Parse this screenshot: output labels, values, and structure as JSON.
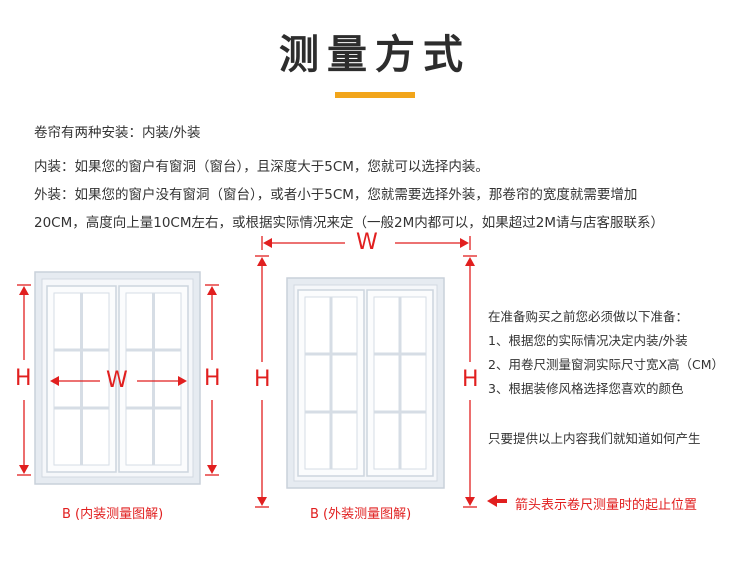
{
  "header": {
    "title": "测量方式"
  },
  "intro": {
    "line1": "卷帘有两种安装：内装/外装",
    "line2": "内装：如果您的窗户有窗洞（窗台），且深度大于5CM，您就可以选择内装。",
    "line3": "外装：如果您的窗户没有窗洞（窗台），或者小于5CM，您就需要选择外装，那卷帘的宽度就需要增加",
    "line4": "20CM，高度向上量10CM左右，或根据实际情况来定（一般2M内都可以，如果超过2M请与店客服联系）"
  },
  "diagram_inner": {
    "w": "W",
    "h_left": "H",
    "h_right": "H",
    "caption": "B (内装测量图解)"
  },
  "diagram_outer": {
    "w": "W",
    "h_left": "H",
    "h_right": "H",
    "caption": "B (外装测量图解)"
  },
  "notes": {
    "heading": "在准备购买之前您必须做以下准备：",
    "items": [
      "1、根据您的实际情况决定内装/外装",
      "2、用卷尺测量窗洞实际尺寸宽X高（CM）",
      "3、根据装修风格选择您喜欢的颜色"
    ],
    "footer": "只要提供以上内容我们就知道如何产生",
    "arrow_legend": "箭头表示卷尺测量时的起止位置"
  },
  "colors": {
    "accent": "#f2a51a",
    "measure": "#e11f1f",
    "frame": "#dde3ea",
    "sash": "#f4f6f9",
    "glass": "#ffffff"
  }
}
